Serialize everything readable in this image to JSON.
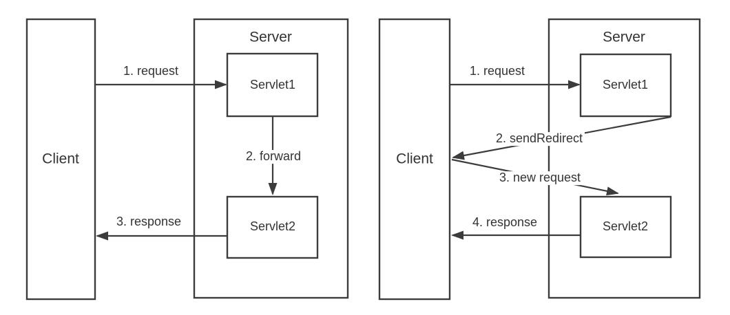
{
  "theme": {
    "background": "#ffffff",
    "line_color": "#3c3c3c",
    "text_color": "#333333"
  },
  "diagrams": [
    {
      "name": "forward-flow",
      "client_label": "Client",
      "server_label": "Server",
      "servlet1_label": "Servlet1",
      "servlet2_label": "Servlet2",
      "arrows": [
        {
          "label": "1. request",
          "from": "Client",
          "to": "Servlet1"
        },
        {
          "label": "2. forward",
          "from": "Servlet1",
          "to": "Servlet2"
        },
        {
          "label": "3. response",
          "from": "Servlet2",
          "to": "Client"
        }
      ]
    },
    {
      "name": "send-redirect-flow",
      "client_label": "Client",
      "server_label": "Server",
      "servlet1_label": "Servlet1",
      "servlet2_label": "Servlet2",
      "arrows": [
        {
          "label": "1. request",
          "from": "Client",
          "to": "Servlet1"
        },
        {
          "label": "2. sendRedirect",
          "from": "Servlet1",
          "to": "Client"
        },
        {
          "label": "3. new request",
          "from": "Client",
          "to": "Servlet2"
        },
        {
          "label": "4. response",
          "from": "Servlet2",
          "to": "Client"
        }
      ]
    }
  ]
}
